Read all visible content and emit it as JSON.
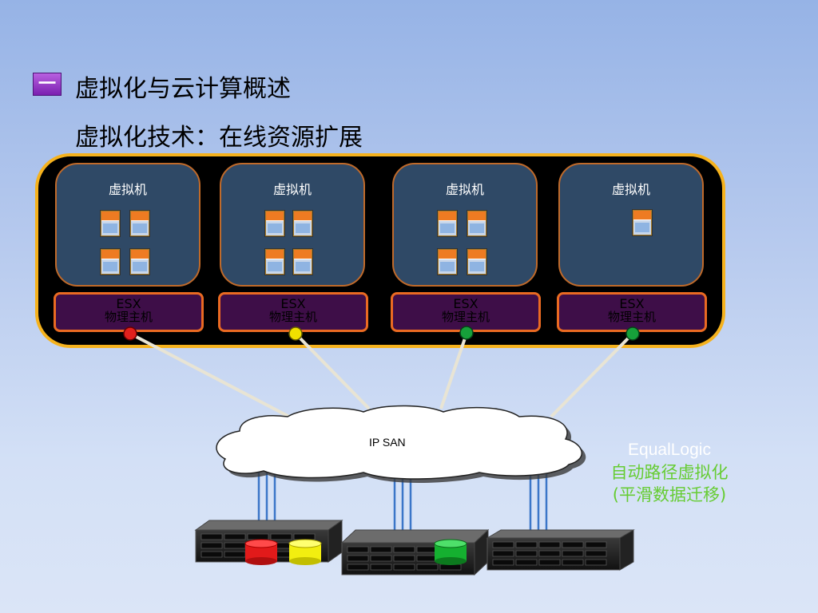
{
  "header": {
    "bullet_glyph": "一",
    "title": "虚拟化与云计算概述",
    "subtitle": "虚拟化技术：在线资源扩展"
  },
  "hosts": [
    {
      "vm_label": "虚拟机",
      "host_line1": "ESX",
      "host_line2": "物理主机",
      "vm_count": 4,
      "status_color": "#e0201c"
    },
    {
      "vm_label": "虚拟机",
      "host_line1": "ESX",
      "host_line2": "物理主机",
      "vm_count": 4,
      "status_color": "#f0e000"
    },
    {
      "vm_label": "虚拟机",
      "host_line1": "ESX",
      "host_line2": "物理主机",
      "vm_count": 4,
      "status_color": "#16a03a"
    },
    {
      "vm_label": "虚拟机",
      "host_line1": "ESX",
      "host_line2": "物理主机",
      "vm_count": 1,
      "status_color": "#16a03a"
    }
  ],
  "network": {
    "label": "IP SAN"
  },
  "storage_arrays": [
    {
      "volumes": [
        "#e21a1a",
        "#f2ee10"
      ]
    },
    {
      "volumes": [
        "#15b030"
      ]
    },
    {
      "volumes": []
    }
  ],
  "storage_label": {
    "line1": "EqualLogic",
    "line2": "自动路径虚拟化",
    "line3": "(平滑数据迁移)"
  },
  "colors": {
    "cluster_border": "#f5b21d",
    "vm_panel": "#2f4966",
    "host_box": "#3e0e48",
    "host_border": "#ea6a22",
    "accent_green": "#66cc33"
  }
}
